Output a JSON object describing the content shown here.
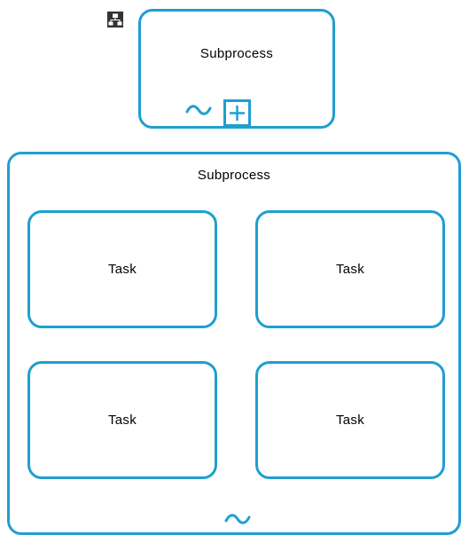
{
  "collapsed_subprocess": {
    "label": "Subprocess",
    "markers": [
      "adhoc-tilde-icon",
      "expand-plus-icon"
    ],
    "toolbar_icon": "hierarchy-icon"
  },
  "expanded_subprocess": {
    "label": "Subprocess",
    "marker": "adhoc-tilde-icon",
    "tasks": [
      {
        "label": "Task"
      },
      {
        "label": "Task"
      },
      {
        "label": "Task"
      },
      {
        "label": "Task"
      }
    ]
  },
  "colors": {
    "stroke": "#1f9fcf",
    "icon_dark": "#333333",
    "text": "#000000"
  }
}
